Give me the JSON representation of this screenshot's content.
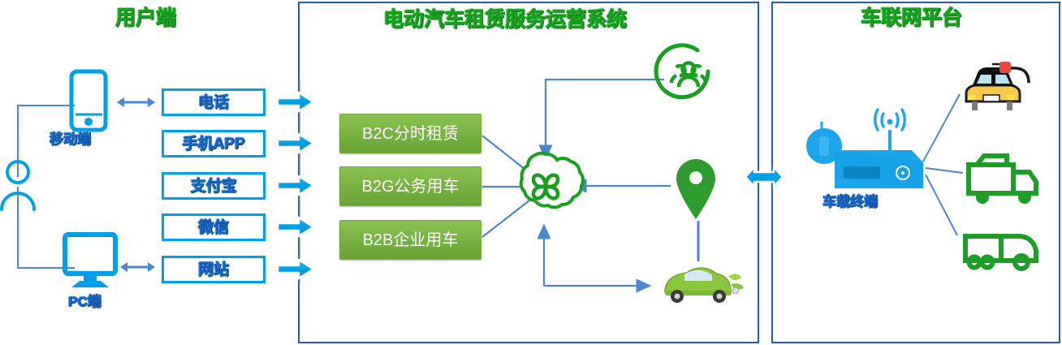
{
  "diagram": {
    "title_left": "用户端",
    "title_center": "电动汽车租赁服务运营系统",
    "title_right": "车联网平台",
    "accent_blue": "#00A0E9",
    "panel_border": "#1F5FA8",
    "title_green": "#17A01E",
    "box_text_blue": "#1564C0",
    "service_green": "#76B041",
    "connector_blue": "#4A86C8"
  },
  "left_panel": {
    "device_mobile_label": "移动端",
    "device_pc_label": "PC端",
    "channels": [
      {
        "label": "电话"
      },
      {
        "label": "手机APP"
      },
      {
        "label": "支付宝"
      },
      {
        "label": "微信"
      },
      {
        "label": "网站"
      }
    ],
    "icons": {
      "user": "person-icon",
      "phone": "smartphone-icon",
      "pc": "desktop-monitor-icon",
      "link_mobile": "double-arrow-icon",
      "link_pc": "double-arrow-icon"
    }
  },
  "center_panel": {
    "services": [
      {
        "label": "B2C分时租赁"
      },
      {
        "label": "B2G公务用车"
      },
      {
        "label": "B2B企业用车"
      }
    ],
    "nodes": {
      "hub": "cloud-clover-icon",
      "users_group": "user-group-circle-icon",
      "location": "map-pin-icon",
      "vehicle": "green-electric-car-photo"
    },
    "flow_arrows": [
      "arrow-down-to-hub",
      "arrow-left-to-hub",
      "arrow-hub-to-vehicle",
      "arrow-location-to-vehicle"
    ]
  },
  "right_panel": {
    "terminal_label": "车载终端",
    "terminal_icon": "vehicle-terminal-router-icon",
    "vehicles": [
      {
        "name": "yellow-taxi-charging-icon"
      },
      {
        "name": "green-sanitation-truck-icon"
      },
      {
        "name": "green-van-bus-icon"
      }
    ],
    "bridge_icon": "bidirectional-arrow-icon"
  }
}
